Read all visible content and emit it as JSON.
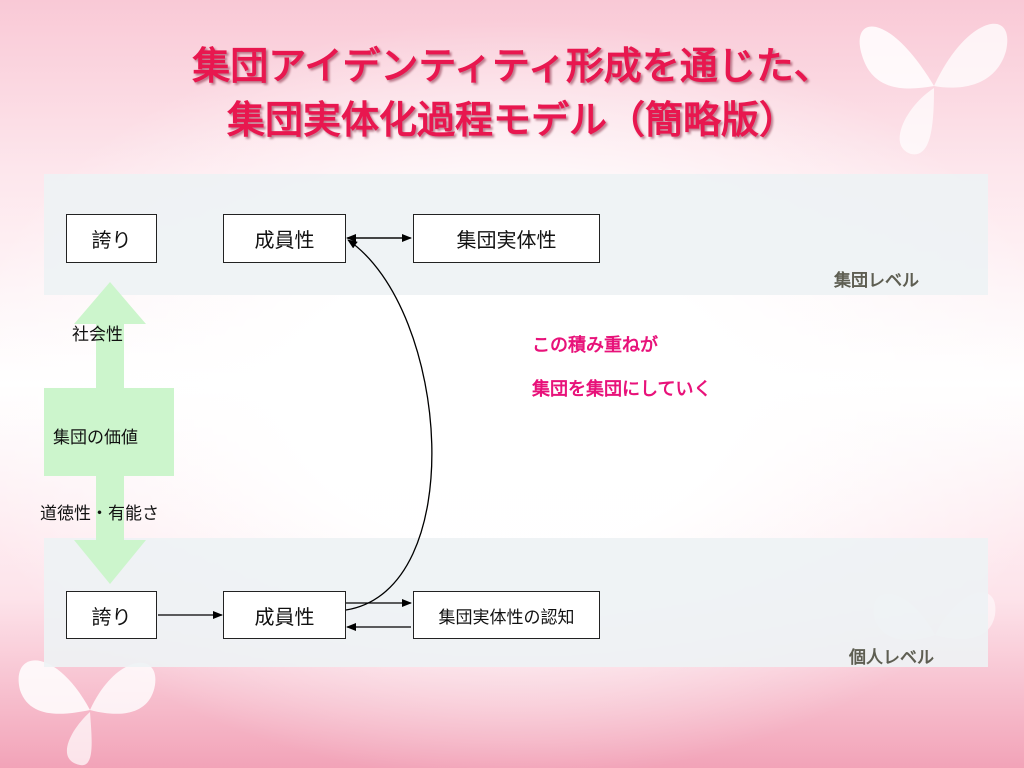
{
  "title": {
    "line1": "集団アイデンティティ形成を通じた、",
    "line2": "集団実体化過程モデル（簡略版）"
  },
  "group_level": {
    "label": "集団レベル",
    "boxes": {
      "pride": "誇り",
      "membership": "成員性",
      "entitativity": "集団実体性"
    }
  },
  "individual_level": {
    "label": "個人レベル",
    "boxes": {
      "pride": "誇り",
      "membership": "成員性",
      "entitativity_recognition": "集団実体性の認知"
    }
  },
  "arrow_labels": {
    "sociality": "社会性",
    "group_value": "集団の価値",
    "morality_competence": "道徳性・有能さ"
  },
  "note": {
    "line1": "この積み重ねが",
    "line2": "集団を集団にしていく"
  },
  "colors": {
    "title": "#e8174f",
    "note": "#e8127a",
    "level_label": "#5e5e52",
    "green_arrow": "#ccf5cc"
  }
}
